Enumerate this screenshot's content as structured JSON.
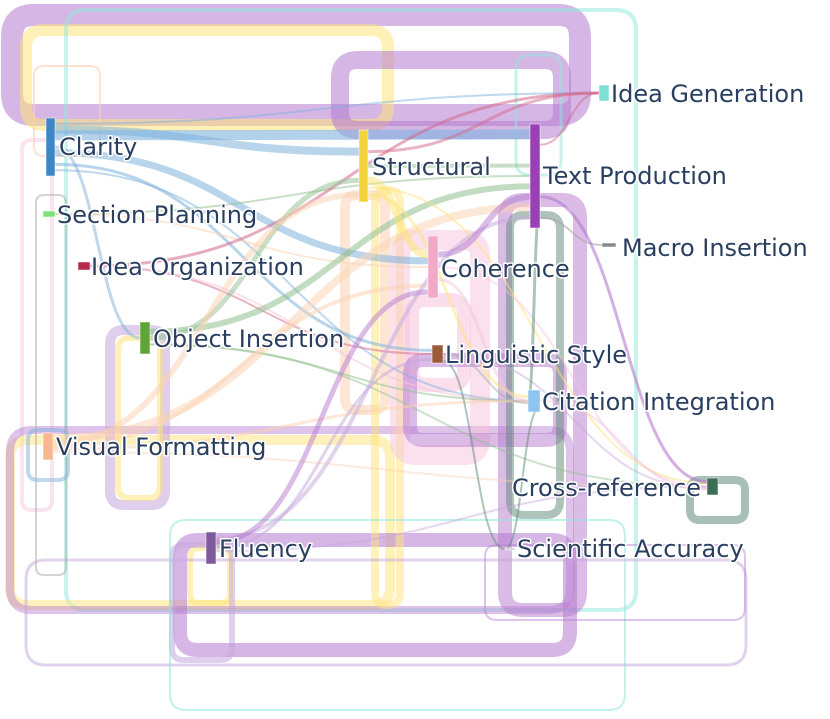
{
  "diagram": {
    "type": "sankey-like flow diagram",
    "nodes": [
      {
        "id": "idea-generation",
        "label": "Idea Generation",
        "color": "#7ee0d5"
      },
      {
        "id": "clarity",
        "label": "Clarity",
        "color": "#3f86c4"
      },
      {
        "id": "structural",
        "label": "Structural",
        "color": "#f4d33a"
      },
      {
        "id": "text-production",
        "label": "Text Production",
        "color": "#9b3fb7"
      },
      {
        "id": "section-planning",
        "label": "Section Planning",
        "color": "#7fe07a"
      },
      {
        "id": "macro-insertion",
        "label": "Macro Insertion",
        "color": "#8a8a8a"
      },
      {
        "id": "idea-organization",
        "label": "Idea Organization",
        "color": "#b8284a"
      },
      {
        "id": "coherence",
        "label": "Coherence",
        "color": "#f0a9c8"
      },
      {
        "id": "object-insertion",
        "label": "Object Insertion",
        "color": "#5fa33b"
      },
      {
        "id": "linguistic-style",
        "label": "Linguistic Style",
        "color": "#9b5a3a"
      },
      {
        "id": "citation-integration",
        "label": "Citation Integration",
        "color": "#8fc4f0"
      },
      {
        "id": "visual-formatting",
        "label": "Visual Formatting",
        "color": "#f7b890"
      },
      {
        "id": "cross-reference",
        "label": "Cross-reference",
        "color": "#3c6e58"
      },
      {
        "id": "fluency",
        "label": "Fluency",
        "color": "#7c5a9c"
      },
      {
        "id": "scientific-accuracy",
        "label": "Scientific Accuracy",
        "color": "#cfcfcf"
      }
    ],
    "link_palette": {
      "purple": "#b57ad0",
      "yellow": "#fde47a",
      "blue": "#7fb2dd",
      "teal": "#8fe8dc",
      "pink": "#f6c3dc",
      "green": "#8fbf8f",
      "peach": "#fcd1b2",
      "darkgreen": "#5e8a78",
      "lavender": "#c6a7dc",
      "gray": "#a9a9a9"
    }
  }
}
